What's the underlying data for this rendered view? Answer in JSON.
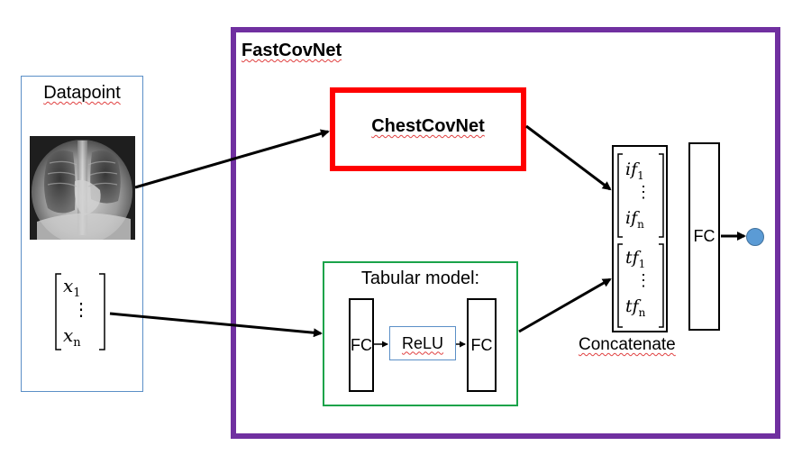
{
  "datapoint": {
    "title": "Datapoint",
    "vector": {
      "first": "x",
      "first_sub": "1",
      "dots": "⋮",
      "last": "x",
      "last_sub": "n"
    }
  },
  "fastcovnet": {
    "title": "FastCovNet"
  },
  "chestcovnet": {
    "label": "ChestCovNet"
  },
  "tabular": {
    "title": "Tabular model:",
    "fc1_label": "FC",
    "relu_label": "ReLU",
    "fc2_label": "FC"
  },
  "concat": {
    "label": "Concatenate",
    "image_features": {
      "first": "if",
      "first_sub": "1",
      "dots": "⋮",
      "last": "if",
      "last_sub": "n"
    },
    "tabular_features": {
      "first": "tf",
      "first_sub": "1",
      "dots": "⋮",
      "last": "tf",
      "last_sub": "n"
    }
  },
  "fc_final": {
    "label": "FC"
  },
  "colors": {
    "fastcovnet_border": "#7030a0",
    "chestcovnet_border": "#ff0000",
    "tabular_border": "#1aa34a",
    "datapoint_border": "#5b8fc7",
    "output_node": "#5b9bd5"
  }
}
